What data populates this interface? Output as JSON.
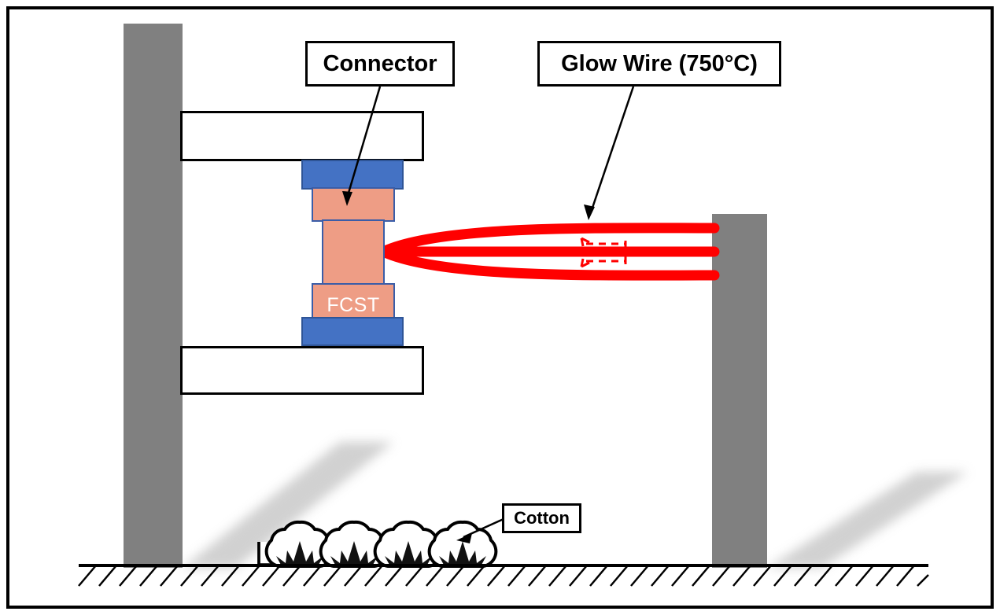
{
  "diagram": {
    "title_text_elements": {
      "connector_label": "Connector",
      "glow_wire_label": "Glow Wire (750°C)",
      "cotton_label": "Cotton",
      "specimen_label": "FCST"
    },
    "colors": {
      "blue_block": "#4472C4",
      "blue_block_border": "#2F5597",
      "salmon_block": "#EE9D85",
      "salmon_block_border": "#3A5DA8",
      "pillar_gray": "#808080",
      "glow_wire_red": "#FF0000",
      "frame_black": "#000000",
      "shadow_gray": "#C9C9C9",
      "specimen_label_color": "#FFFFFF"
    },
    "elements": {
      "left_pillar": "left-support-pillar",
      "right_pillar": "right-support-pillar",
      "upper_arm": "upper-clamp-arm",
      "lower_arm": "lower-clamp-arm",
      "glow_wire": "glow-wire-loop",
      "cotton_tray": "cotton-tray",
      "ground": "hatched-ground"
    },
    "counts": {
      "cotton_bolls": 4,
      "glow_wire_strands": 3,
      "blue_blocks": 2,
      "salmon_blocks": 3
    }
  }
}
